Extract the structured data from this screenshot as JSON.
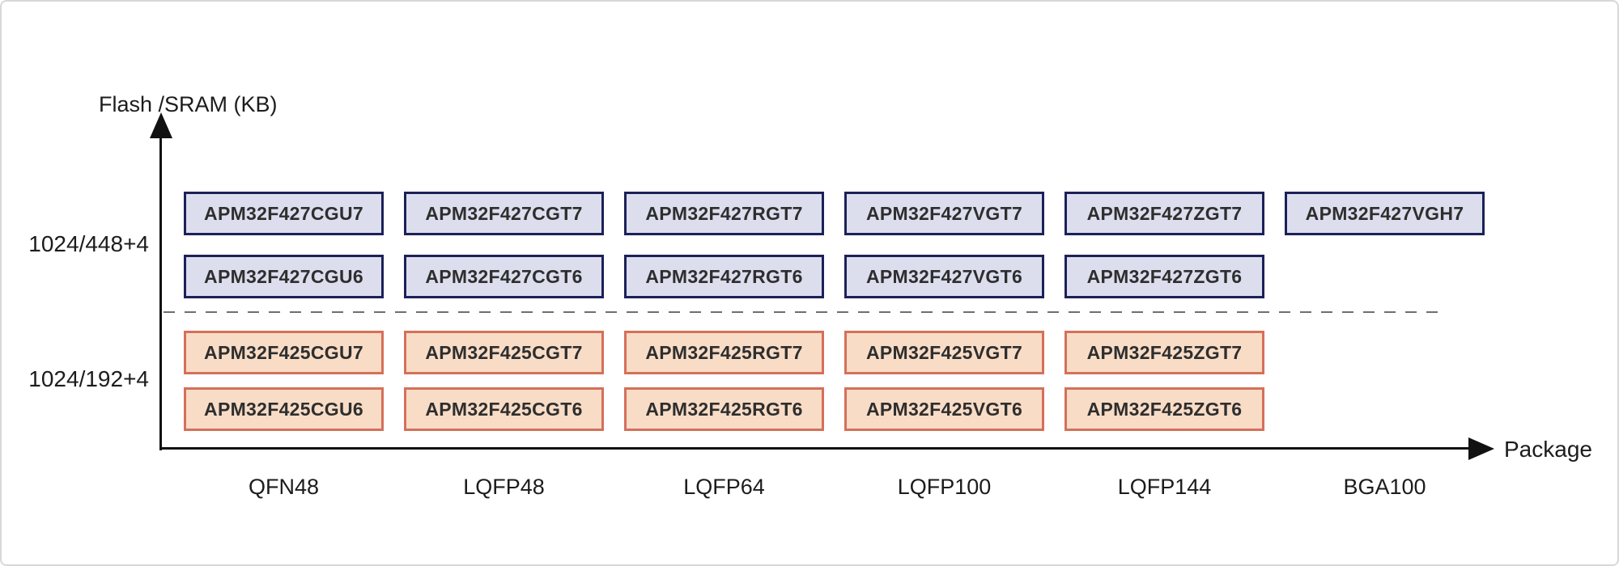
{
  "chart_data": {
    "type": "table",
    "title": "",
    "xlabel": "Package",
    "ylabel": "Flash /SRAM (KB)",
    "x_categories": [
      "QFN48",
      "LQFP48",
      "LQFP64",
      "LQFP100",
      "LQFP144",
      "BGA100"
    ],
    "y_groups": [
      {
        "label": "1024/448+4",
        "style": "blue",
        "rows": [
          [
            {
              "col": 0,
              "part": "APM32F427CGU7"
            },
            {
              "col": 1,
              "part": "APM32F427CGT7"
            },
            {
              "col": 2,
              "part": "APM32F427RGT7"
            },
            {
              "col": 3,
              "part": "APM32F427VGT7"
            },
            {
              "col": 4,
              "part": "APM32F427ZGT7"
            },
            {
              "col": 5,
              "part": "APM32F427VGH7"
            }
          ],
          [
            {
              "col": 0,
              "part": "APM32F427CGU6"
            },
            {
              "col": 1,
              "part": "APM32F427CGT6"
            },
            {
              "col": 2,
              "part": "APM32F427RGT6"
            },
            {
              "col": 3,
              "part": "APM32F427VGT6"
            },
            {
              "col": 4,
              "part": "APM32F427ZGT6"
            }
          ]
        ]
      },
      {
        "label": "1024/192+4",
        "style": "orange",
        "rows": [
          [
            {
              "col": 0,
              "part": "APM32F425CGU7"
            },
            {
              "col": 1,
              "part": "APM32F425CGT7"
            },
            {
              "col": 2,
              "part": "APM32F425RGT7"
            },
            {
              "col": 3,
              "part": "APM32F425VGT7"
            },
            {
              "col": 4,
              "part": "APM32F425ZGT7"
            }
          ],
          [
            {
              "col": 0,
              "part": "APM32F425CGU6"
            },
            {
              "col": 1,
              "part": "APM32F425CGT6"
            },
            {
              "col": 2,
              "part": "APM32F425RGT6"
            },
            {
              "col": 3,
              "part": "APM32F425VGT6"
            },
            {
              "col": 4,
              "part": "APM32F425ZGT6"
            }
          ]
        ]
      }
    ],
    "colors": {
      "blue_fill": "#dcdeee",
      "blue_border": "#1c2158",
      "orange_fill": "#f8dcc6",
      "orange_border": "#d5705b",
      "axis": "#111111",
      "chip_text": "#2e2e2e",
      "divider": "#6f6f6f"
    }
  }
}
